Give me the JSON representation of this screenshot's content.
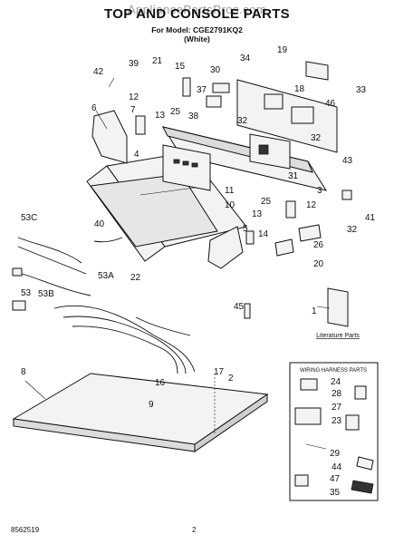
{
  "header": {
    "watermark": "AppliancePartsPros.com",
    "title": "TOP AND CONSOLE PARTS",
    "model_line": "For Model: CGE2791KQ2",
    "color_line": "(White)"
  },
  "footer": {
    "doc_number": "8562519",
    "page_number": "2"
  },
  "legend_box": {
    "title": "WIRING HARNESS PARTS"
  },
  "literature_label": "Literature Parts",
  "callouts": [
    {
      "id": "c42",
      "text": "42"
    },
    {
      "id": "c39",
      "text": "39"
    },
    {
      "id": "c21",
      "text": "21"
    },
    {
      "id": "c15",
      "text": "15"
    },
    {
      "id": "c30",
      "text": "30"
    },
    {
      "id": "c34",
      "text": "34"
    },
    {
      "id": "c19",
      "text": "19"
    },
    {
      "id": "c33",
      "text": "33"
    },
    {
      "id": "c37",
      "text": "37"
    },
    {
      "id": "c18",
      "text": "18"
    },
    {
      "id": "c12a",
      "text": "12"
    },
    {
      "id": "c46",
      "text": "46"
    },
    {
      "id": "c6",
      "text": "6"
    },
    {
      "id": "c7",
      "text": "7"
    },
    {
      "id": "c13a",
      "text": "13"
    },
    {
      "id": "c25a",
      "text": "25"
    },
    {
      "id": "c38",
      "text": "38"
    },
    {
      "id": "c32a",
      "text": "32"
    },
    {
      "id": "c32b",
      "text": "32"
    },
    {
      "id": "c43",
      "text": "43"
    },
    {
      "id": "c4",
      "text": "4"
    },
    {
      "id": "c31",
      "text": "31"
    },
    {
      "id": "c11",
      "text": "11"
    },
    {
      "id": "c3",
      "text": "3"
    },
    {
      "id": "c10",
      "text": "10"
    },
    {
      "id": "c25b",
      "text": "25"
    },
    {
      "id": "c13b",
      "text": "13"
    },
    {
      "id": "c12b",
      "text": "12"
    },
    {
      "id": "c41",
      "text": "41"
    },
    {
      "id": "c53c",
      "text": "53C"
    },
    {
      "id": "c40",
      "text": "40"
    },
    {
      "id": "c5",
      "text": "5"
    },
    {
      "id": "c14",
      "text": "14"
    },
    {
      "id": "c32c",
      "text": "32"
    },
    {
      "id": "c26",
      "text": "26"
    },
    {
      "id": "c20",
      "text": "20"
    },
    {
      "id": "c53a",
      "text": "53A"
    },
    {
      "id": "c22",
      "text": "22"
    },
    {
      "id": "c53",
      "text": "53"
    },
    {
      "id": "c53b",
      "text": "53B"
    },
    {
      "id": "c45",
      "text": "45"
    },
    {
      "id": "c1",
      "text": "1"
    },
    {
      "id": "c8",
      "text": "8"
    },
    {
      "id": "c16",
      "text": "16"
    },
    {
      "id": "c17",
      "text": "17"
    },
    {
      "id": "c2",
      "text": "2"
    },
    {
      "id": "c9",
      "text": "9"
    },
    {
      "id": "c24",
      "text": "24"
    },
    {
      "id": "c28",
      "text": "28"
    },
    {
      "id": "c27",
      "text": "27"
    },
    {
      "id": "c23",
      "text": "23"
    },
    {
      "id": "c29",
      "text": "29"
    },
    {
      "id": "c44",
      "text": "44"
    },
    {
      "id": "c47",
      "text": "47"
    },
    {
      "id": "c35",
      "text": "35"
    }
  ]
}
